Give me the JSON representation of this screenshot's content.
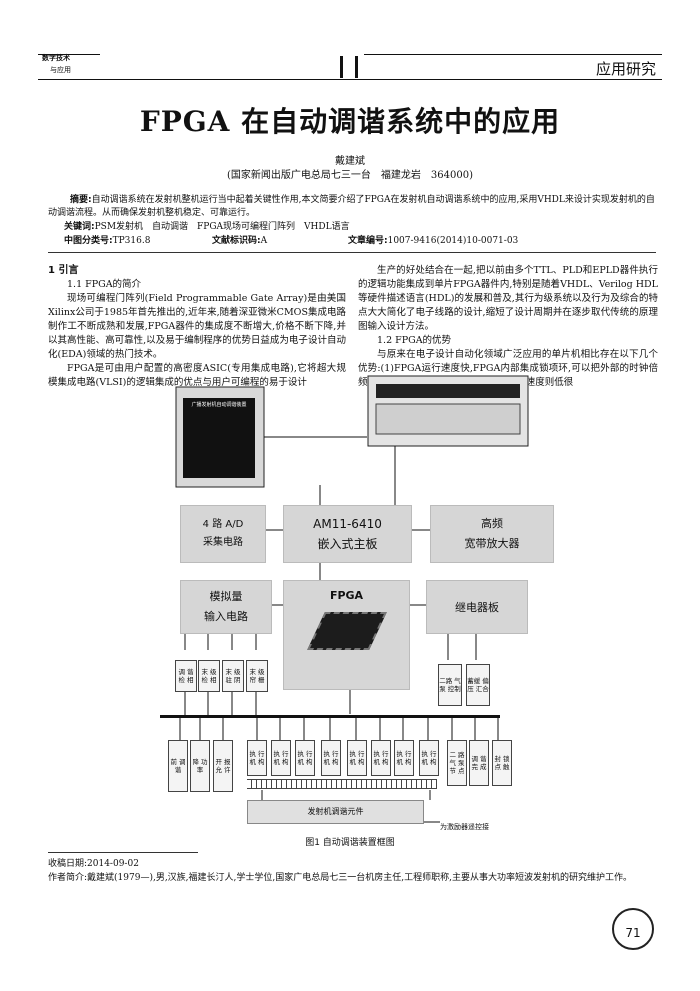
{
  "header": {
    "journal_line1": "数字技术",
    "journal_line2": "与应用",
    "section": "应用研究"
  },
  "article": {
    "title": "FPGA 在自动调谐系统中的应用",
    "author": "戴建斌",
    "affiliation": "(国家新闻出版广电总局七三一台　福建龙岩　364000)",
    "abstract_label": "摘要:",
    "abstract": "自动调谐系统在发射机整机运行当中起着关键性作用,本文简要介绍了FPGA在发射机自动调谐系统中的应用,采用VHDL来设计实现发射机的自动调谐流程。从而确保发射机整机稳定、可靠运行。",
    "keywords_label": "关键词:",
    "keywords": "PSM发射机　自动调谐　FPGA现场可编程门阵列　VHDL语言",
    "class_label": "中图分类号:",
    "class_value": "TP316.8",
    "doc_label": "文献标识码:",
    "doc_value": "A",
    "article_no_label": "文章编号:",
    "article_no_value": "1007-9416(2014)10-0071-03"
  },
  "body": {
    "sec1": "1 引言",
    "sub11": "1.1 FPGA的简介",
    "p1": "现场可编程门阵列(Field Programmable Gate Array)是由美国Xilinx公司于1985年首先推出的,近年来,随着深亚微米CMOS集成电路制作工不断成熟和发展,FPGA器件的集成度不断增大,价格不断下降,并以其高性能、高可靠性,以及易于编制程序的优势日益成为电子设计自动化(EDA)领域的热门技术。",
    "p2": "FPGA是可由用户配置的高密度ASIC(专用集成电路),它将超大规模集成电路(VLSI)的逻辑集成的优点与用户可编程的易于设计",
    "p3": "生产的好处结合在一起,把以前由多个TTL、PLD和EPLD器件执行的逻辑功能集成到单片FPGA器件内,特别是随着VHDL、Verilog HDL等硬件描述语言(HDL)的发展和普及,其行为级系统以及行为及综合的特点大大简化了电子线路的设计,缩短了设计周期并在逐步取代传统的原理图输入设计方法。",
    "sub12": "1.2 FPGA的优势",
    "p4": "与原来在电子设计自动化领域广泛应用的单片机相比存在以下几个优势:(1)FPGA运行速度快,FPGA内部集成锁项环,可以把外部的时钟倍频,核心频率可以到几百M,而单片机运行速度则低很"
  },
  "diagram": {
    "screen_title": "广播发射机自动调谐装置",
    "box_ad_1": "4 路 A/D",
    "box_ad_2": "采集电路",
    "box_am_1": "AM11-6410",
    "box_am_2": "嵌入式主板",
    "box_hf_1": "高频",
    "box_hf_2": "宽带放大器",
    "box_analog_1": "模拟量",
    "box_analog_2": "输入电路",
    "box_fpga": "FPGA",
    "box_relay": "继电器板",
    "in_boxes": [
      "调 谐 检 相",
      "末 级 检 相",
      "末 级 驻 阴",
      "末 级 帘 栅"
    ],
    "right_boxes": [
      "二路 气泵 控制",
      "蓄缓 偏压 汇合"
    ],
    "bottom_left": [
      "前 调 谐",
      "降 功 率",
      "开 报 允 许"
    ],
    "exec_boxes": [
      "执 行 机 构",
      "执 行 机 构",
      "执 行 机 构",
      "执 行 机 构",
      "执 行 机 构",
      "执 行 机 构",
      "执 行 机 构",
      "执 行 机 构"
    ],
    "bottom_right": [
      "二 路 气 泵 节 点",
      "调 谐 完 成",
      "封 锁 点 触"
    ],
    "tuning_bar": "发射机调谐元件",
    "arrow_note": "为激励器遥控接",
    "caption": "图1 自动调谐装置框图"
  },
  "footer": {
    "received": "收稿日期:2014-09-02",
    "author_bio": "作者简介:戴建斌(1979—),男,汉族,福建长汀人,学士学位,国家广电总局七三一台机房主任,工程师职称,主要从事大功率短波发射机的研究维护工作。",
    "page_number": "71"
  }
}
